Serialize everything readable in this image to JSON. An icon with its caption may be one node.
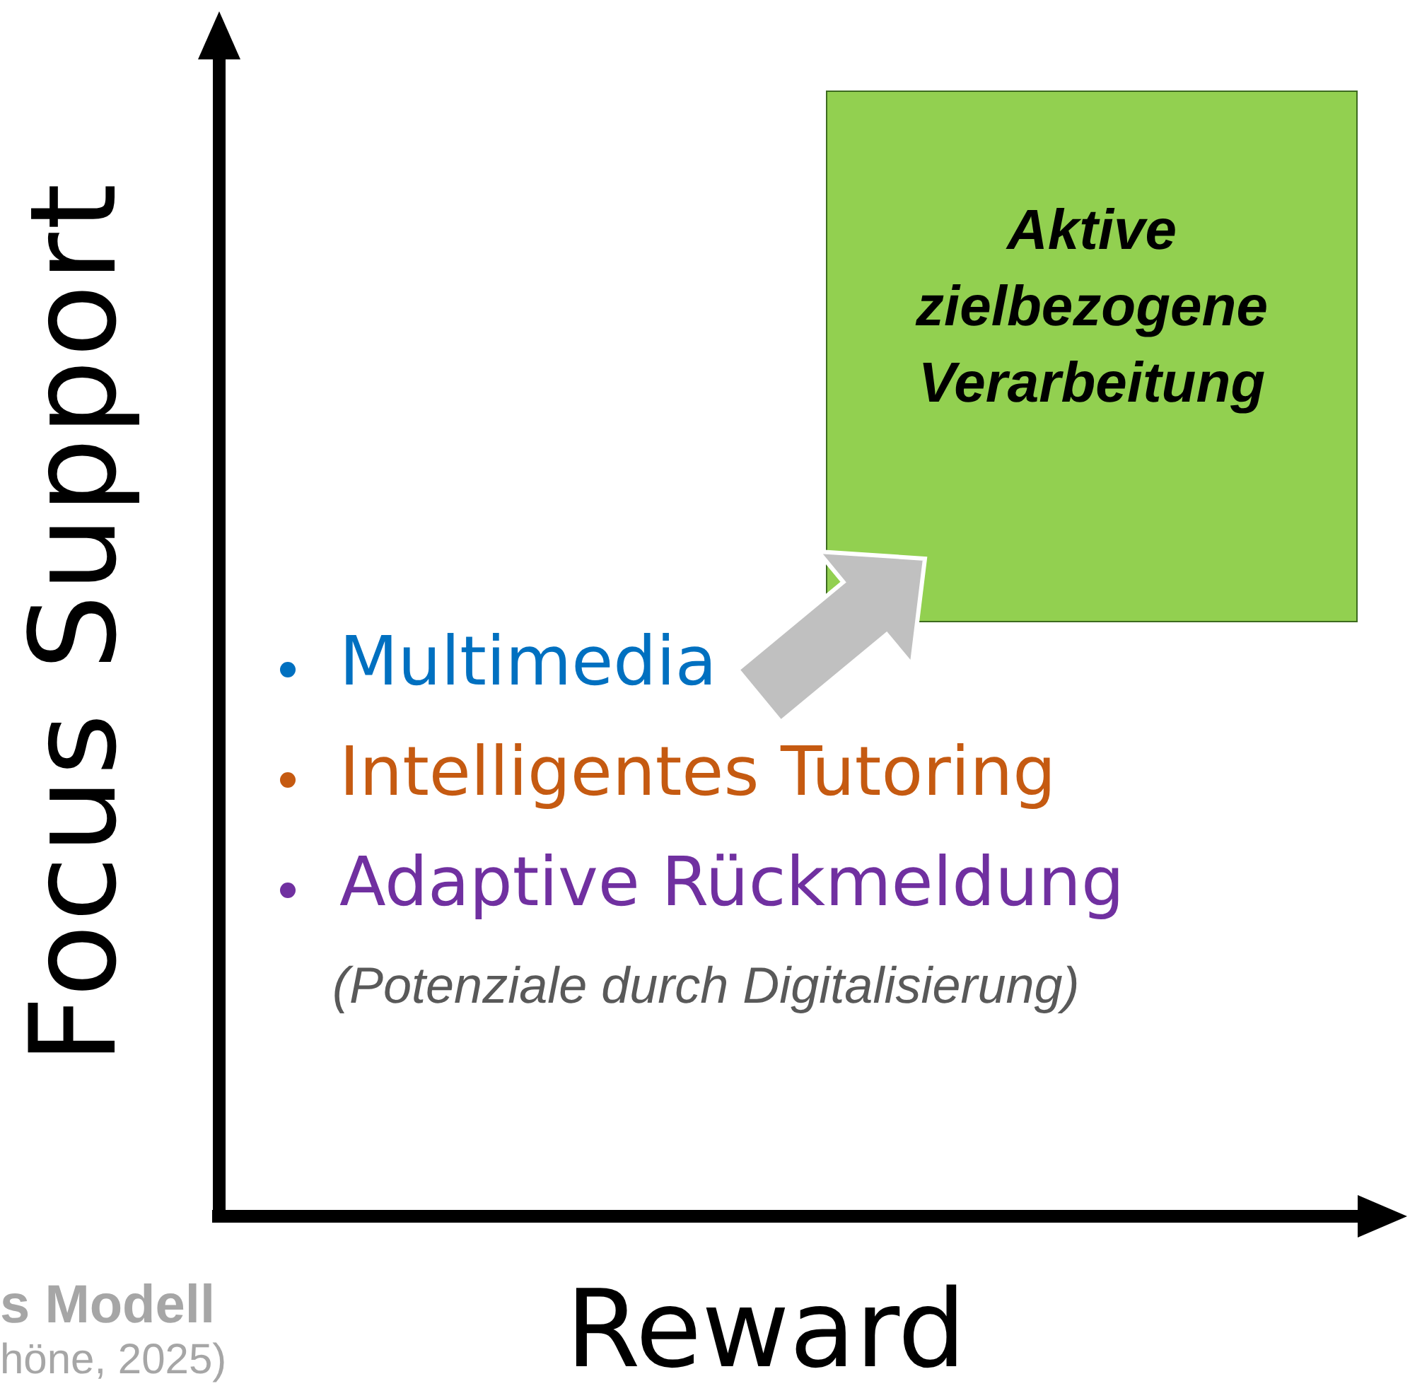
{
  "diagram": {
    "nodes": [
      {
        "text": [
          "Aktive zielbezogene Verarbeitung"
        ]
      },
      {
        "text": [
          "Multimedia"
        ]
      },
      {
        "text": [
          "Intelligentes Tutoring"
        ]
      },
      {
        "text": [
          "Adaptive Rückmeldung"
        ]
      }
    ],
    "edges": [
      {
        "from": 1,
        "to": 0,
        "arrow": "to",
        "style": "thick",
        "color": "#c0c0c0"
      }
    ],
    "labels": [
      "Focus Support",
      "(Potenziale durch Digitalisierung)",
      "Reward",
      "s Modell",
      "höne, 2025)"
    ]
  }
}
